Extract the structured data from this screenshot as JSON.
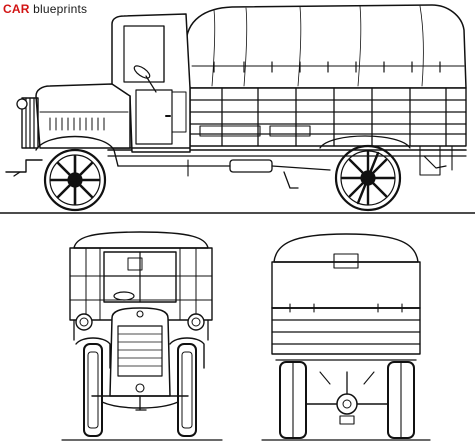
{
  "logo": {
    "part1": "CAR",
    "part2": "blueprints",
    "accent_color": "#d21414"
  },
  "views": [
    "side-view",
    "front-view",
    "rear-view"
  ],
  "line_color": "#111111"
}
